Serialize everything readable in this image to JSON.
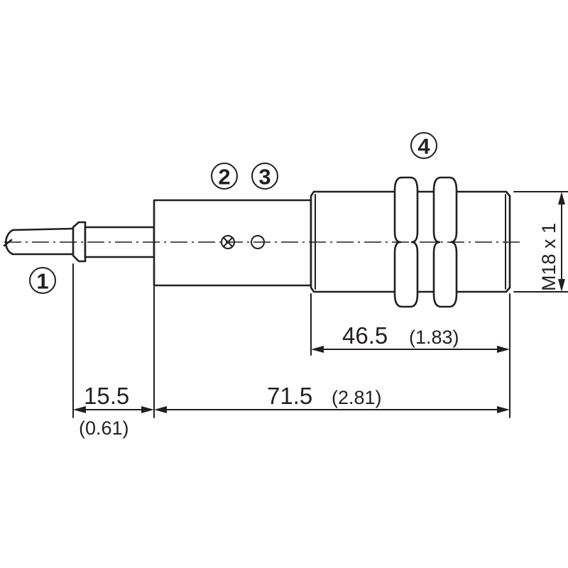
{
  "callouts": [
    "1",
    "2",
    "3",
    "4"
  ],
  "dimensions": {
    "cable_end": {
      "value": "15.5",
      "inch": "(0.61)"
    },
    "total_length": {
      "value": "71.5",
      "inch": "(2.81)"
    },
    "thread_length": {
      "value": "46.5",
      "inch": "(1.83)"
    },
    "thread": {
      "label": "M18 x 1"
    }
  },
  "colors": {
    "line": "#231f20",
    "background": "#ffffff"
  }
}
